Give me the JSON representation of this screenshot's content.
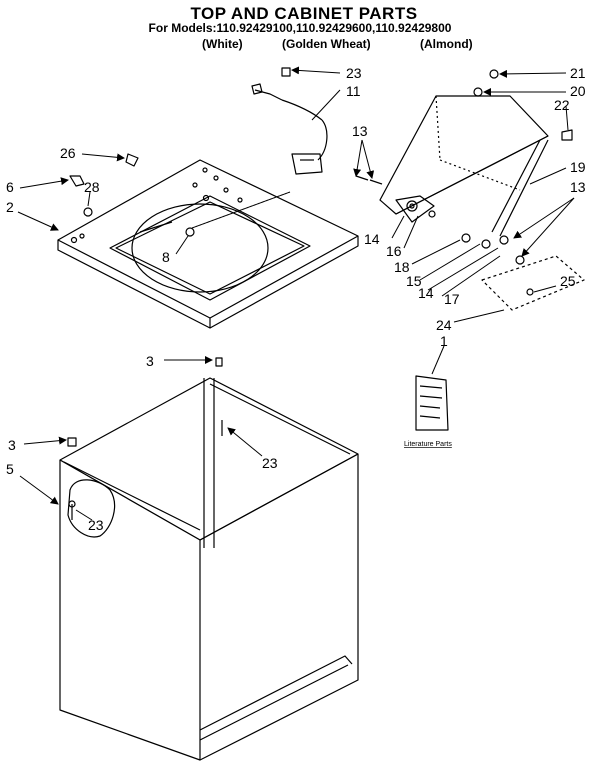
{
  "title": "TOP AND CABINET PARTS",
  "models_line": "For Models:110.92429100,110.92429600,110.92429800",
  "colors": [
    "(White)",
    "(Golden Wheat)",
    "(Almond)"
  ],
  "callouts": [
    "23",
    "11",
    "13",
    "21",
    "20",
    "22",
    "26",
    "6",
    "28",
    "2",
    "8",
    "19",
    "13",
    "14",
    "16",
    "18",
    "15",
    "14",
    "17",
    "13",
    "25",
    "24",
    "1",
    "3",
    "3",
    "23",
    "5",
    "23"
  ],
  "literature_label": "Literature Parts"
}
